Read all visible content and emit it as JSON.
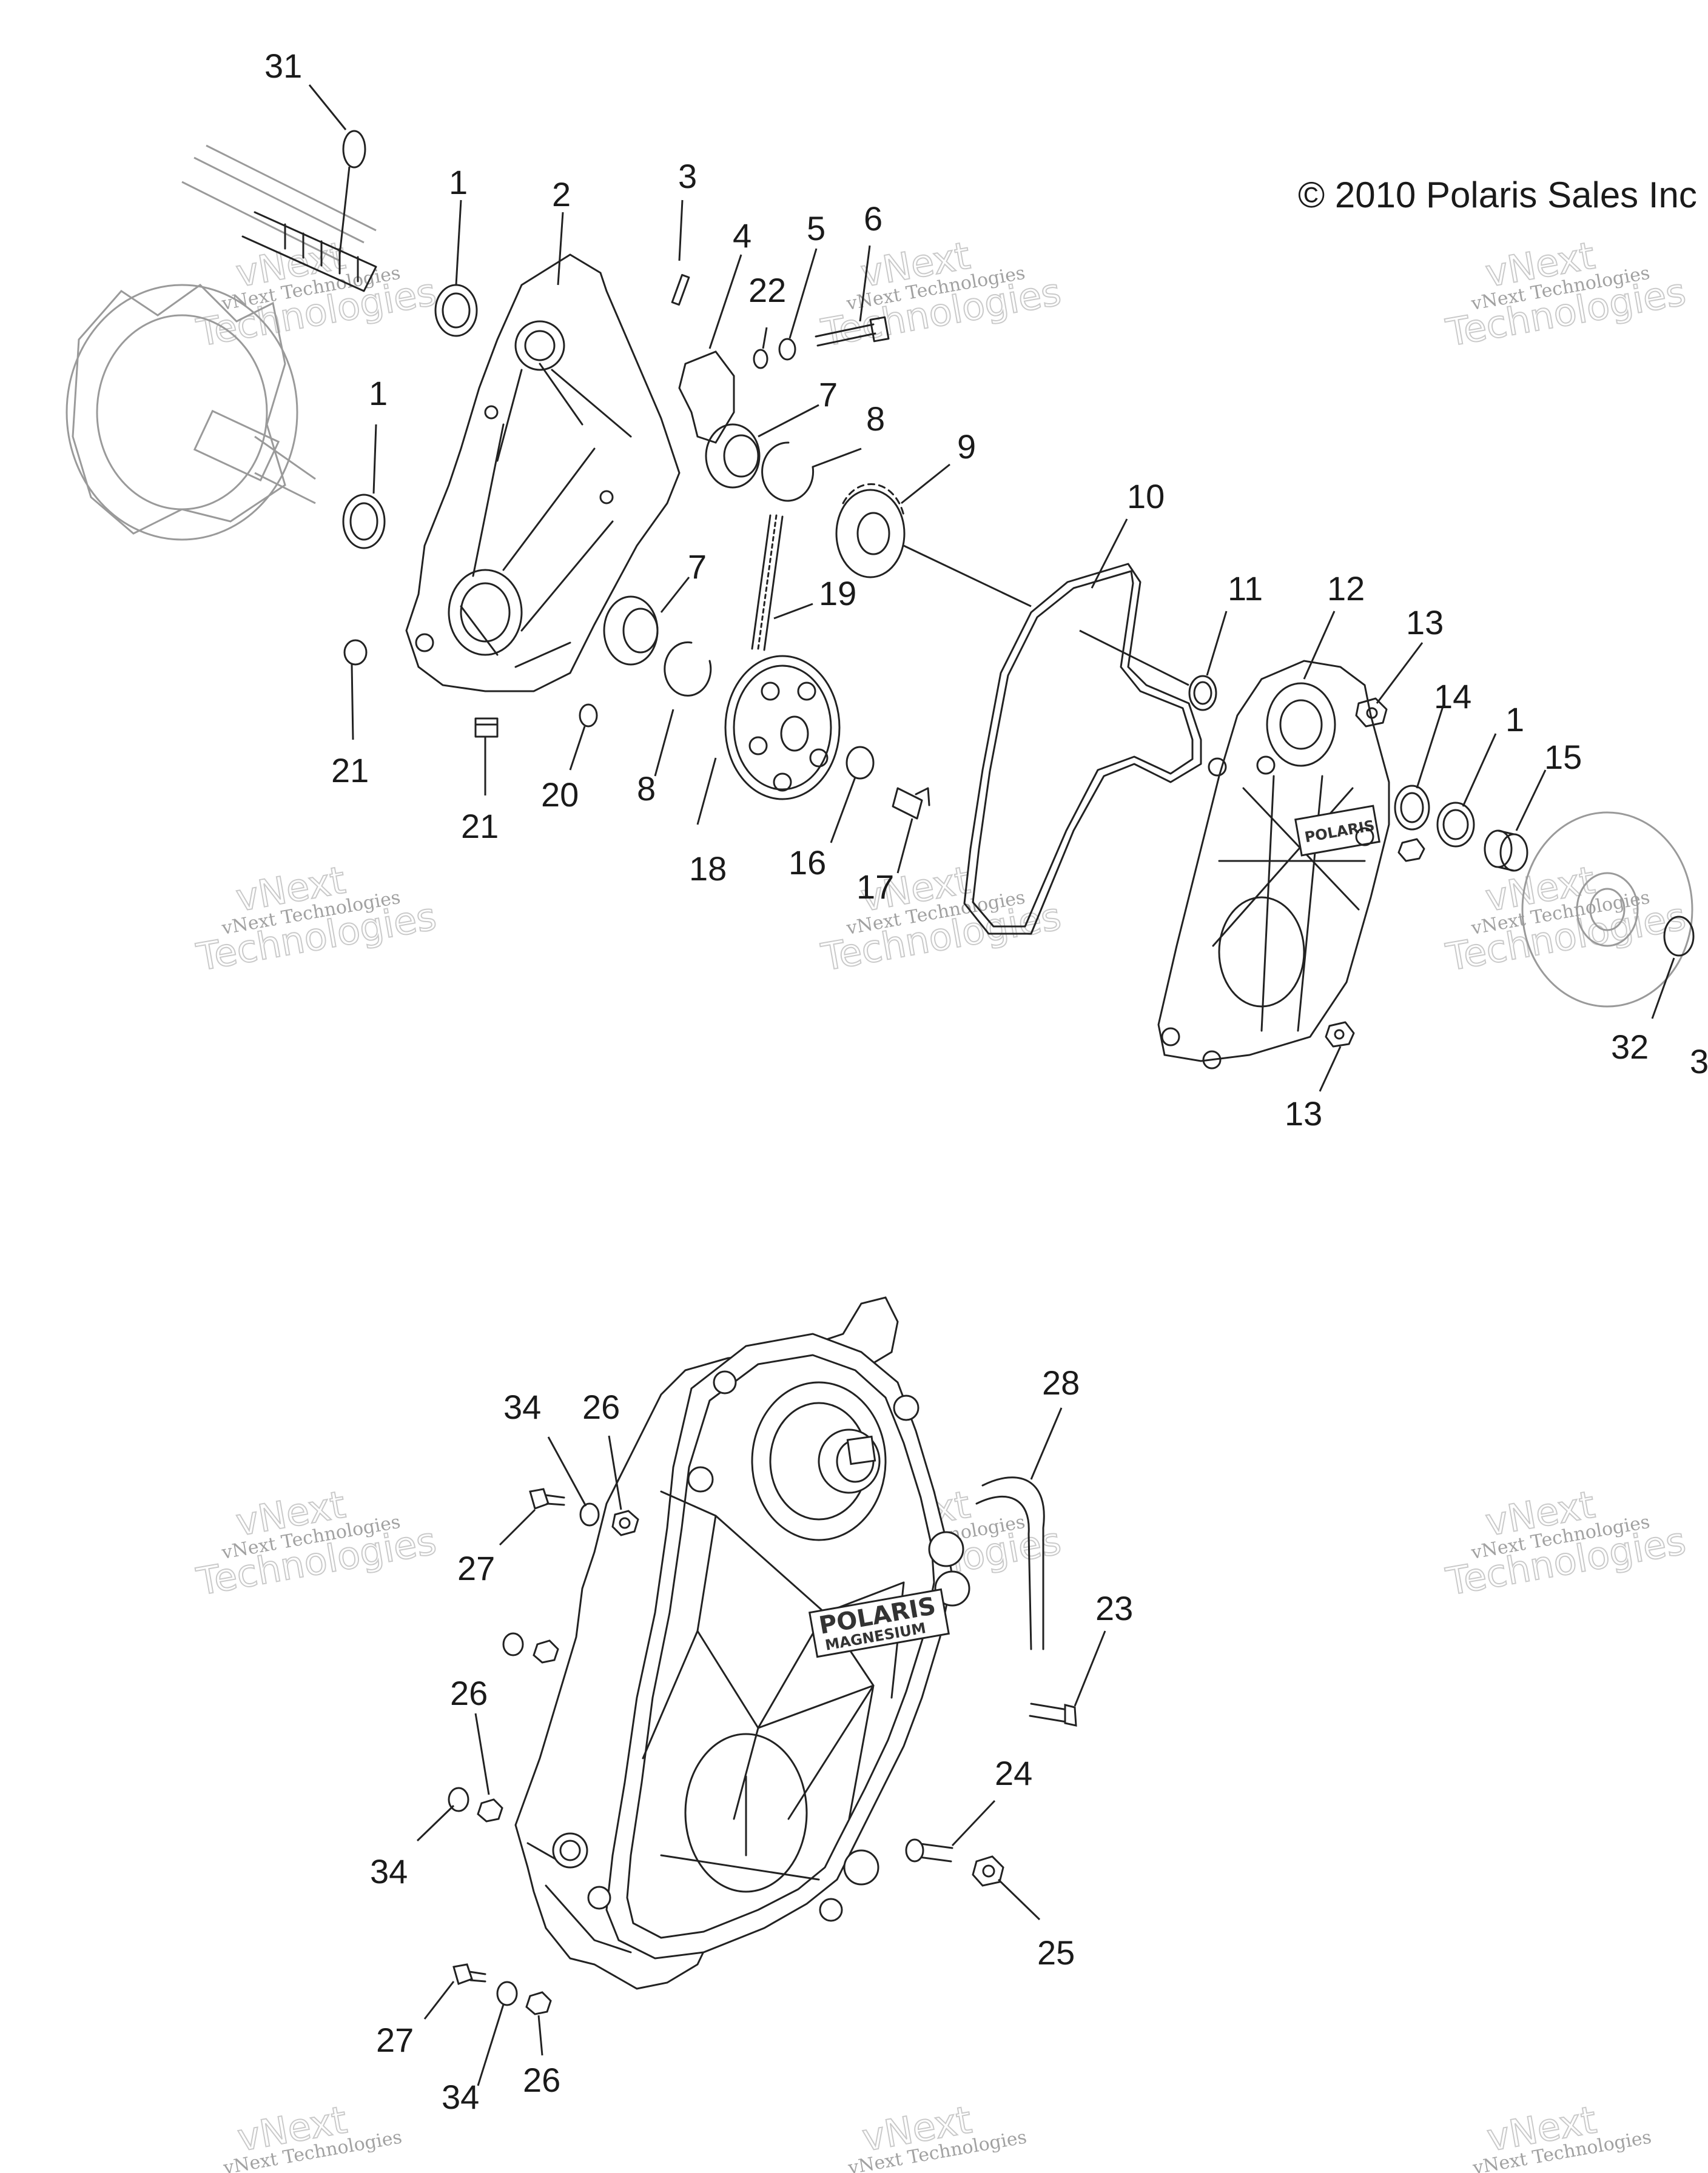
{
  "copyright": "© 2010 Polaris Sales Inc",
  "watermark": {
    "line1": "vNext Technologies",
    "line2": "Technologies",
    "top": "vNext"
  },
  "logo": {
    "brand": "POLARIS",
    "sub": "MAGNESIUM"
  },
  "callouts": {
    "c31": "31",
    "c1a": "1",
    "c2": "2",
    "c3": "3",
    "c4": "4",
    "c22": "22",
    "c5": "5",
    "c6": "6",
    "c1b": "1",
    "c7a": "7",
    "c8a": "8",
    "c9": "9",
    "c10": "10",
    "c7b": "7",
    "c19": "19",
    "c11": "11",
    "c12": "12",
    "c13a": "13",
    "c14": "14",
    "c1c": "1",
    "c15": "15",
    "c21a": "21",
    "c21b": "21",
    "c20": "20",
    "c8b": "8",
    "c18": "18",
    "c16": "16",
    "c17": "17",
    "c32": "32",
    "c3x": "3",
    "c13b": "13",
    "c34a": "34",
    "c26a": "26",
    "c28": "28",
    "c27a": "27",
    "c23": "23",
    "c26b": "26",
    "c24": "24",
    "c34b": "34",
    "c25": "25",
    "c27b": "27",
    "c34c": "34",
    "c26c": "26"
  }
}
